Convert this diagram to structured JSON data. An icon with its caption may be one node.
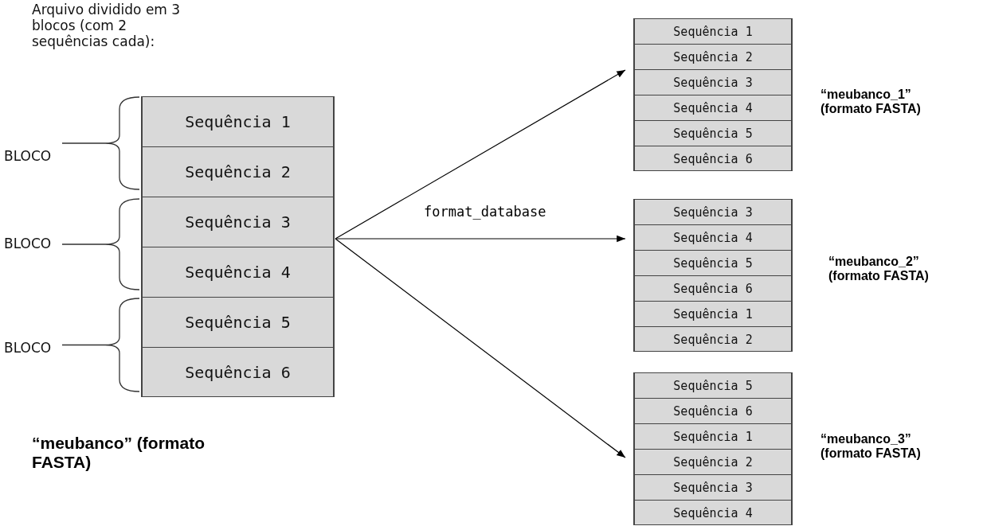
{
  "diagram": {
    "nodes": [
      {
        "text": [],
        "shape": "box",
        "beside": [
          "“meubanco” (formato FASTA)"
        ]
      },
      {
        "text": [
          "Sequência 1"
        ],
        "in": 0
      },
      {
        "text": [
          "Sequência 2"
        ],
        "in": 0
      },
      {
        "text": [
          "Sequência 3"
        ],
        "in": 0
      },
      {
        "text": [
          "Sequência 4"
        ],
        "in": 0
      },
      {
        "text": [
          "Sequência 5"
        ],
        "in": 0
      },
      {
        "text": [
          "Sequência 6"
        ],
        "in": 0
      },
      {
        "text": [],
        "shape": "box",
        "beside": [
          "“meubanco_1” (formato FASTA)"
        ]
      },
      {
        "text": [
          "Sequência 1"
        ],
        "in": 7
      },
      {
        "text": [
          "Sequência 2"
        ],
        "in": 7
      },
      {
        "text": [
          "Sequência 3"
        ],
        "in": 7
      },
      {
        "text": [
          "Sequência 4"
        ],
        "in": 7
      },
      {
        "text": [
          "Sequência 5"
        ],
        "in": 7
      },
      {
        "text": [
          "Sequência 6"
        ],
        "in": 7
      },
      {
        "text": [],
        "shape": "box",
        "beside": [
          "“meubanco_2” (formato FASTA)"
        ]
      },
      {
        "text": [
          "Sequência 3"
        ],
        "in": 14
      },
      {
        "text": [
          "Sequência 4"
        ],
        "in": 14
      },
      {
        "text": [
          "Sequência 5"
        ],
        "in": 14
      },
      {
        "text": [
          "Sequência 6"
        ],
        "in": 14
      },
      {
        "text": [
          "Sequência 1"
        ],
        "in": 14
      },
      {
        "text": [
          "Sequência 2"
        ],
        "in": 14
      },
      {
        "text": [],
        "shape": "box",
        "beside": [
          "“meubanco_3” (formato FASTA)"
        ]
      },
      {
        "text": [
          "Sequência 5"
        ],
        "in": 21
      },
      {
        "text": [
          "Sequência 6"
        ],
        "in": 21
      },
      {
        "text": [
          "Sequência 1"
        ],
        "in": 21
      },
      {
        "text": [
          "Sequência 2"
        ],
        "in": 21
      },
      {
        "text": [
          "Sequência 3"
        ],
        "in": 21
      },
      {
        "text": [
          "Sequência 4"
        ],
        "in": 21
      }
    ],
    "edges": [
      {
        "from": 0,
        "to": 7,
        "arrow": "to"
      },
      {
        "from": 0,
        "to": 14,
        "arrow": "to",
        "label": "format_database"
      },
      {
        "from": 0,
        "to": 21,
        "arrow": "to"
      }
    ],
    "labels": [
      "Arquivo dividido em 3 blocos (com 2 sequências cada):",
      "BLOCO",
      "BLOCO",
      "BLOCO"
    ]
  }
}
